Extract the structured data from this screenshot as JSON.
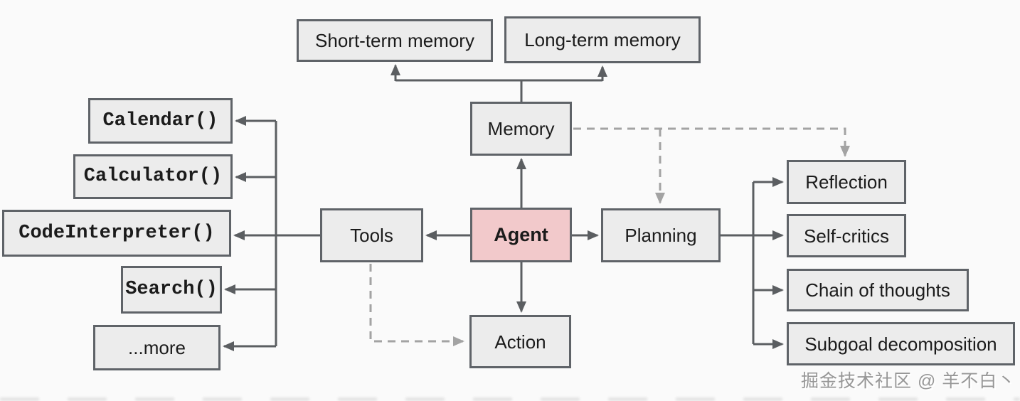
{
  "colors": {
    "background": "#fafafa",
    "box_fill": "#ececec",
    "box_border": "#5f6368",
    "agent_fill": "#f2c9cb",
    "solid_line": "#5b5e61",
    "dashed_line": "#a3a3a3",
    "text": "#1b1b1b"
  },
  "nodes": {
    "short_term_memory": {
      "label": "Short-term memory"
    },
    "long_term_memory": {
      "label": "Long-term memory"
    },
    "memory": {
      "label": "Memory"
    },
    "agent": {
      "label": "Agent"
    },
    "tools": {
      "label": "Tools"
    },
    "planning": {
      "label": "Planning"
    },
    "action": {
      "label": "Action"
    },
    "calendar": {
      "label": "Calendar()"
    },
    "calculator": {
      "label": "Calculator()"
    },
    "code_interpreter": {
      "label": "CodeInterpreter()"
    },
    "search": {
      "label": "Search()"
    },
    "more": {
      "label": "...more"
    },
    "reflection": {
      "label": "Reflection"
    },
    "self_critics": {
      "label": "Self-critics"
    },
    "chain_of_thoughts": {
      "label": "Chain of thoughts"
    },
    "subgoal_decomposition": {
      "label": "Subgoal decomposition"
    }
  },
  "edges": [
    {
      "from": "Memory",
      "to": "Short-term memory",
      "style": "solid"
    },
    {
      "from": "Memory",
      "to": "Long-term memory",
      "style": "solid"
    },
    {
      "from": "Agent",
      "to": "Memory",
      "style": "solid"
    },
    {
      "from": "Agent",
      "to": "Tools",
      "style": "solid"
    },
    {
      "from": "Agent",
      "to": "Planning",
      "style": "solid"
    },
    {
      "from": "Agent",
      "to": "Action",
      "style": "solid"
    },
    {
      "from": "Tools",
      "to": "Calendar()",
      "style": "solid"
    },
    {
      "from": "Tools",
      "to": "Calculator()",
      "style": "solid"
    },
    {
      "from": "Tools",
      "to": "CodeInterpreter()",
      "style": "solid"
    },
    {
      "from": "Tools",
      "to": "Search()",
      "style": "solid"
    },
    {
      "from": "Tools",
      "to": "...more",
      "style": "solid"
    },
    {
      "from": "Planning",
      "to": "Reflection",
      "style": "solid"
    },
    {
      "from": "Planning",
      "to": "Self-critics",
      "style": "solid"
    },
    {
      "from": "Planning",
      "to": "Chain of thoughts",
      "style": "solid"
    },
    {
      "from": "Planning",
      "to": "Subgoal decomposition",
      "style": "solid"
    },
    {
      "from": "Memory",
      "to": "Planning",
      "style": "dashed"
    },
    {
      "from": "Memory",
      "to": "Reflection",
      "style": "dashed"
    },
    {
      "from": "Tools",
      "to": "Action",
      "style": "dashed"
    }
  ],
  "watermark": {
    "text": "掘金技术社区 @ 羊不白丶"
  }
}
